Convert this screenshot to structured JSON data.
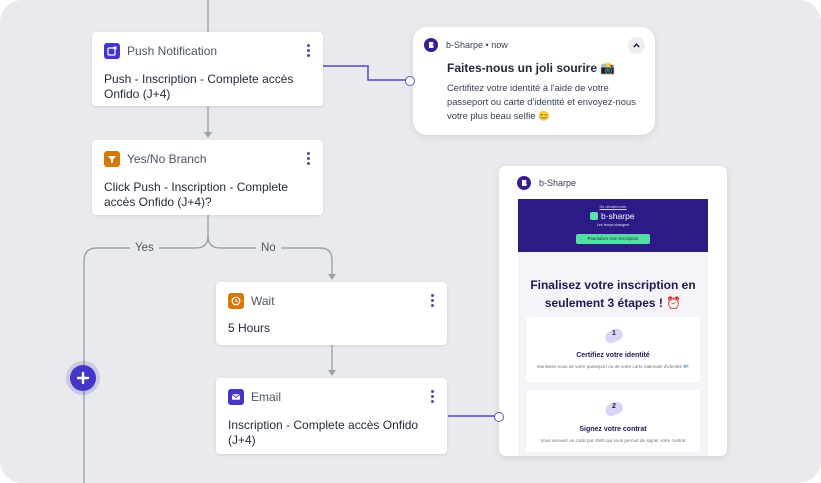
{
  "nodes": {
    "push": {
      "type_label": "Push Notification",
      "body": "Push - Inscription - Complete accès Onfido (J+4)",
      "icon": "push-notification-icon",
      "color": "#4437c7"
    },
    "branch": {
      "type_label": "Yes/No Branch",
      "body": "Click Push - Inscription - Complete accès Onfido (J+4)?",
      "icon": "filter-icon",
      "color": "#d97706"
    },
    "wait": {
      "type_label": "Wait",
      "body": "5 Hours",
      "icon": "clock-icon",
      "color": "#d97706"
    },
    "email": {
      "type_label": "Email",
      "body": "Inscription - Complete accès Onfido (J+4)",
      "icon": "mail-icon",
      "color": "#4437c7"
    }
  },
  "branch_labels": {
    "yes": "Yes",
    "no": "No"
  },
  "notification": {
    "app": "b-Sharpe",
    "time": "now",
    "title": "Faites-nous un joli sourire 📸",
    "text": "Certifitez votre identité à l'aide de votre passeport ou carte d'identité et envoyez-nous votre plus beau selfie 😊"
  },
  "email_preview": {
    "app": "b-Sharpe",
    "banner_link": "Se désabonner",
    "brand": "b·sharpe",
    "tagline": "Les temps changent",
    "cta": "Poursuivre mon inscription",
    "heading": "Finalisez votre inscription en seulement 3 étapes ! ⏰",
    "steps": [
      {
        "num": "1",
        "title": "Certifiez votre identité",
        "desc": "Munissez-vous de votre passeport ou de votre carte nationale d'identité 🪪"
      },
      {
        "num": "2",
        "title": "Signez votre contrat",
        "desc": "Vous recevez un code par SMS qui vous permet de signer votre contrat"
      }
    ]
  },
  "colors": {
    "accent": "#4437c7",
    "brand_dark": "#2c1a85",
    "brand_green": "#52dfa2",
    "canvas": "#e8eaee",
    "wire": "#9ca3af"
  }
}
